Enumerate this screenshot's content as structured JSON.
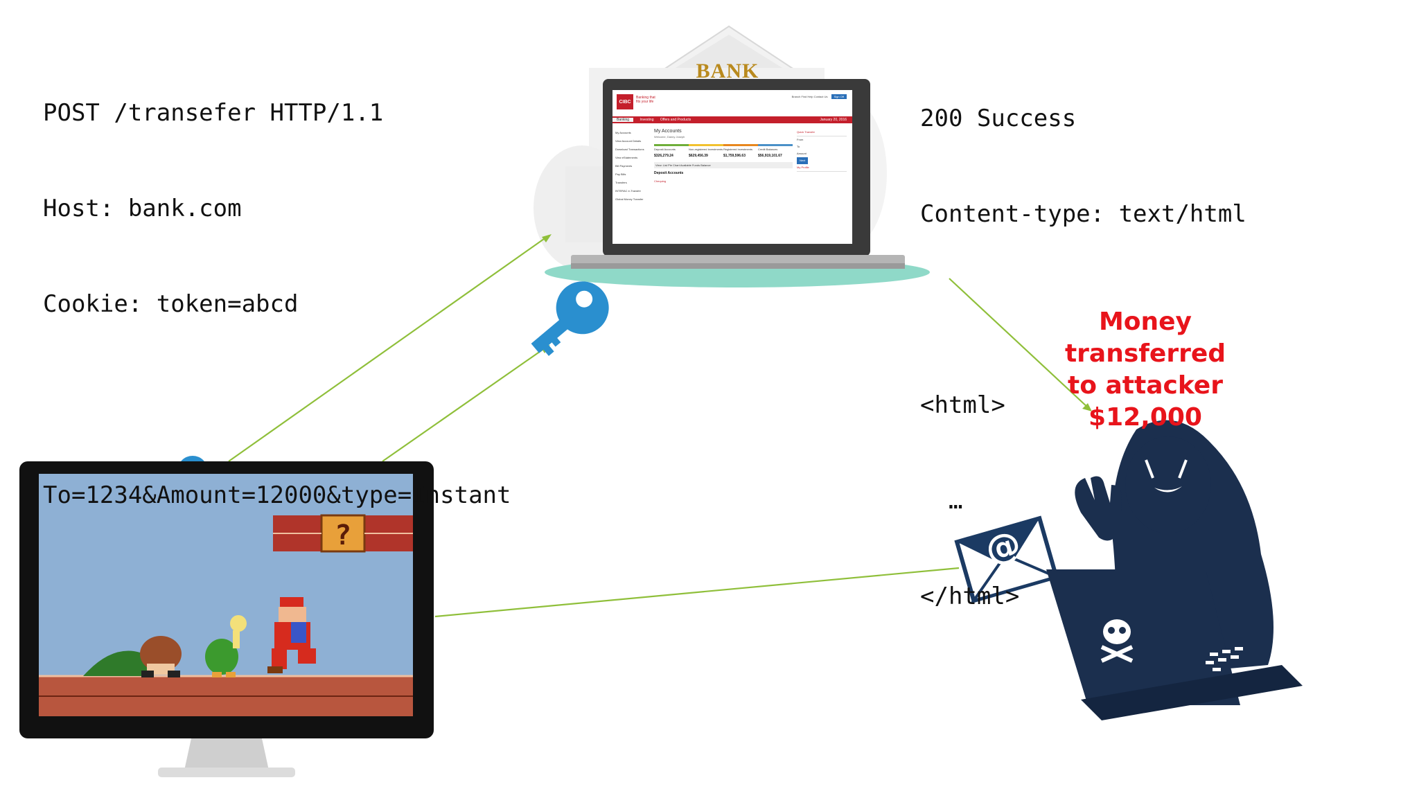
{
  "request": {
    "lines": [
      "POST /transefer HTTP/1.1",
      "Host: bank.com",
      "Cookie: token=abcd",
      "",
      "To=1234&Amount=12000&type=Instant"
    ]
  },
  "response": {
    "lines": [
      "200 Success",
      "Content-type: text/html",
      "",
      "<html>",
      "  …",
      "</html>"
    ]
  },
  "attacker_note": {
    "lines": [
      "Money transferred",
      "to attacker",
      "$12,000"
    ],
    "color": "#e8141b"
  },
  "bank": {
    "building_sign": "BANK",
    "logo": "CIBC",
    "tagline": "Banking that fits your life",
    "top_links": "Branch   Find   Help   Contact Us",
    "signout": "Sign Off",
    "nav_items": [
      "Banking",
      "Investing",
      "Offers and Products"
    ],
    "nav_date": "January 20, 2016",
    "side_items": [
      "My Accounts",
      "View Account Details",
      "Download Transactions",
      "View eStatements",
      "Bill Payments",
      "Pay Bills",
      "Transfers",
      "INTERAC e-Transfer",
      "Global Money Transfer"
    ],
    "page_title": "My Accounts",
    "welcome": "Welcome, Danny Joseph",
    "summary_labels": [
      "Deposit Accounts",
      "Non-registered Investments",
      "Registered Investments",
      "Credit Balances"
    ],
    "summary_amounts": [
      "$326,279.24",
      "$629,456.39",
      "$1,759,596.63",
      "$56,919,101.67"
    ],
    "view_bar": "View:  List  Pie Chart     Available Funds     Balance",
    "deposits_label": "Deposit Accounts",
    "account_link": "Chequing",
    "quick_transfer": "Quick Transfer",
    "from_label": "From",
    "to_label": "To",
    "amount_label": "Amount",
    "go_label": "Next",
    "my_profile": "My Profile"
  },
  "colors": {
    "arrow": "#8fbf3a",
    "key": "#2a8fcf",
    "attacker": "#1b2f4e",
    "bank_red": "#c41f2b"
  },
  "icons": [
    "bank-building-icon",
    "laptop-icon",
    "key-icon",
    "monitor-icon",
    "envelope-at-icon",
    "hacker-figure-icon",
    "skull-icon"
  ]
}
